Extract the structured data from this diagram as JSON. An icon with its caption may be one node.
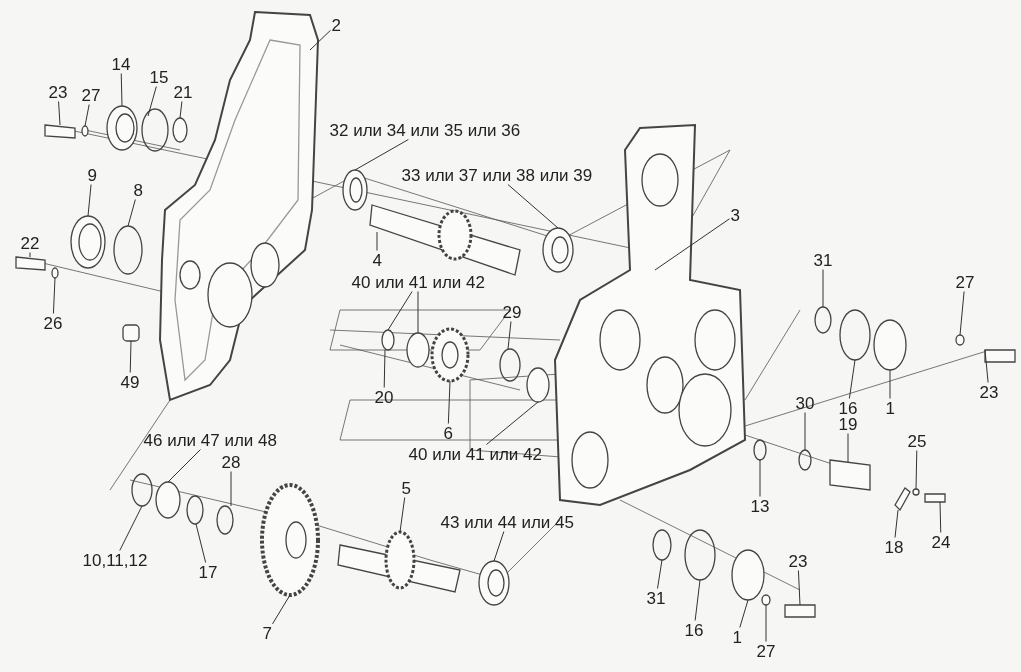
{
  "diagram": {
    "nodes": [
      {
        "text": [
          "2"
        ]
      },
      {
        "text": [
          "14"
        ]
      },
      {
        "text": [
          "15"
        ]
      },
      {
        "text": [
          "23"
        ]
      },
      {
        "text": [
          "27"
        ]
      },
      {
        "text": [
          "21"
        ]
      },
      {
        "text": [
          "32 или 34 или 35 или 36"
        ]
      },
      {
        "text": [
          "9"
        ]
      },
      {
        "text": [
          "8"
        ]
      },
      {
        "text": [
          "33 или 37 или 38 или 39"
        ]
      },
      {
        "text": [
          "3"
        ]
      },
      {
        "text": [
          "22"
        ]
      },
      {
        "text": [
          "4"
        ]
      },
      {
        "text": [
          "31"
        ]
      },
      {
        "text": [
          "40 или 41 или 42"
        ]
      },
      {
        "text": [
          "27"
        ]
      },
      {
        "text": [
          "29"
        ]
      },
      {
        "text": [
          "26"
        ]
      },
      {
        "text": [
          "49"
        ]
      },
      {
        "text": [
          "20"
        ]
      },
      {
        "text": [
          "23"
        ]
      },
      {
        "text": [
          "16"
        ]
      },
      {
        "text": [
          "1"
        ]
      },
      {
        "text": [
          "30"
        ]
      },
      {
        "text": [
          "19"
        ]
      },
      {
        "text": [
          "6"
        ]
      },
      {
        "text": [
          "46 или 47 или 48"
        ]
      },
      {
        "text": [
          "25"
        ]
      },
      {
        "text": [
          "40 или 41 или 42"
        ]
      },
      {
        "text": [
          "28"
        ]
      },
      {
        "text": [
          "5"
        ]
      },
      {
        "text": [
          "13"
        ]
      },
      {
        "text": [
          "43 или 44 или 45"
        ]
      },
      {
        "text": [
          "24"
        ]
      },
      {
        "text": [
          "18"
        ]
      },
      {
        "text": [
          "23"
        ]
      },
      {
        "text": [
          "10,11,12"
        ]
      },
      {
        "text": [
          "17"
        ]
      },
      {
        "text": [
          "31"
        ]
      },
      {
        "text": [
          "16"
        ]
      },
      {
        "text": [
          "1"
        ]
      },
      {
        "text": [
          "7"
        ]
      },
      {
        "text": [
          "27"
        ]
      }
    ],
    "edges": [
      {
        "from": 0,
        "to": null,
        "arrow": "none"
      },
      {
        "from": 1,
        "to": null,
        "arrow": "none"
      },
      {
        "from": 2,
        "to": null,
        "arrow": "none"
      },
      {
        "from": 3,
        "to": null,
        "arrow": "none"
      },
      {
        "from": 4,
        "to": null,
        "arrow": "none"
      },
      {
        "from": 5,
        "to": null,
        "arrow": "none"
      },
      {
        "from": 6,
        "to": null,
        "arrow": "none"
      },
      {
        "from": 7,
        "to": null,
        "arrow": "none"
      },
      {
        "from": 8,
        "to": null,
        "arrow": "none"
      },
      {
        "from": 9,
        "to": null,
        "arrow": "none"
      },
      {
        "from": 10,
        "to": null,
        "arrow": "none"
      },
      {
        "from": 11,
        "to": null,
        "arrow": "none"
      },
      {
        "from": 12,
        "to": null,
        "arrow": "none"
      },
      {
        "from": 13,
        "to": null,
        "arrow": "none"
      },
      {
        "from": 14,
        "to": null,
        "arrow": "none"
      },
      {
        "from": 14,
        "to": null,
        "arrow": "none"
      },
      {
        "from": 15,
        "to": null,
        "arrow": "none"
      },
      {
        "from": 16,
        "to": null,
        "arrow": "none"
      },
      {
        "from": 17,
        "to": null,
        "arrow": "none"
      },
      {
        "from": 18,
        "to": null,
        "arrow": "none"
      },
      {
        "from": 19,
        "to": null,
        "arrow": "none"
      },
      {
        "from": 20,
        "to": null,
        "arrow": "none"
      },
      {
        "from": 21,
        "to": null,
        "arrow": "none"
      },
      {
        "from": 22,
        "to": null,
        "arrow": "none"
      },
      {
        "from": 23,
        "to": null,
        "arrow": "none"
      },
      {
        "from": 24,
        "to": null,
        "arrow": "none"
      },
      {
        "from": 25,
        "to": null,
        "arrow": "none"
      },
      {
        "from": 26,
        "to": null,
        "arrow": "none"
      },
      {
        "from": 27,
        "to": null,
        "arrow": "none"
      },
      {
        "from": 28,
        "to": null,
        "arrow": "none"
      },
      {
        "from": 29,
        "to": null,
        "arrow": "none"
      },
      {
        "from": 30,
        "to": null,
        "arrow": "none"
      },
      {
        "from": 31,
        "to": null,
        "arrow": "none"
      },
      {
        "from": 32,
        "to": null,
        "arrow": "none"
      },
      {
        "from": 33,
        "to": null,
        "arrow": "none"
      },
      {
        "from": 34,
        "to": null,
        "arrow": "none"
      },
      {
        "from": 35,
        "to": null,
        "arrow": "none"
      },
      {
        "from": 36,
        "to": null,
        "arrow": "none"
      },
      {
        "from": 37,
        "to": null,
        "arrow": "none"
      },
      {
        "from": 38,
        "to": null,
        "arrow": "none"
      },
      {
        "from": 39,
        "to": null,
        "arrow": "none"
      },
      {
        "from": 40,
        "to": null,
        "arrow": "none"
      },
      {
        "from": 41,
        "to": null,
        "arrow": "none"
      },
      {
        "from": 42,
        "to": null,
        "arrow": "none"
      }
    ]
  }
}
